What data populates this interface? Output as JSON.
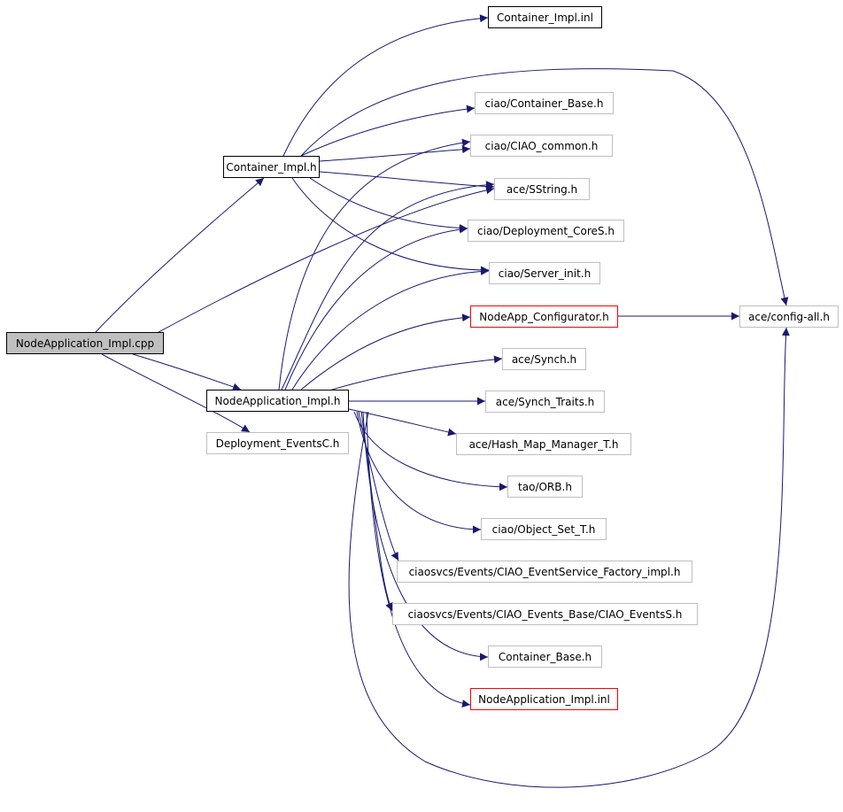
{
  "diagram": {
    "edge_color": "#191970",
    "nodes": [
      {
        "id": "root",
        "label": "NodeApplication_Impl.cpp",
        "style": "root"
      },
      {
        "id": "container_impl_h",
        "label": "Container_Impl.h",
        "style": "solid"
      },
      {
        "id": "nodeapp_impl_h",
        "label": "NodeApplication_Impl.h",
        "style": "solid"
      },
      {
        "id": "deployment_eventsc",
        "label": "Deployment_EventsC.h",
        "style": "gray"
      },
      {
        "id": "container_impl_inl",
        "label": "Container_Impl.inl",
        "style": "solid"
      },
      {
        "id": "container_base_ciao",
        "label": "ciao/Container_Base.h",
        "style": "gray"
      },
      {
        "id": "ciao_common",
        "label": "ciao/CIAO_common.h",
        "style": "gray"
      },
      {
        "id": "sstring",
        "label": "ace/SString.h",
        "style": "gray"
      },
      {
        "id": "deployment_cores",
        "label": "ciao/Deployment_CoreS.h",
        "style": "gray"
      },
      {
        "id": "server_init",
        "label": "ciao/Server_init.h",
        "style": "gray"
      },
      {
        "id": "nodeapp_configurator",
        "label": "NodeApp_Configurator.h",
        "style": "red"
      },
      {
        "id": "config_all",
        "label": "ace/config-all.h",
        "style": "gray"
      },
      {
        "id": "synch",
        "label": "ace/Synch.h",
        "style": "gray"
      },
      {
        "id": "synch_traits",
        "label": "ace/Synch_Traits.h",
        "style": "gray"
      },
      {
        "id": "hash_map",
        "label": "ace/Hash_Map_Manager_T.h",
        "style": "gray"
      },
      {
        "id": "orb",
        "label": "tao/ORB.h",
        "style": "gray"
      },
      {
        "id": "object_set",
        "label": "ciao/Object_Set_T.h",
        "style": "gray"
      },
      {
        "id": "eventservice_factory",
        "label": "ciaosvcs/Events/CIAO_EventService_Factory_impl.h",
        "style": "gray"
      },
      {
        "id": "events_base",
        "label": "ciaosvcs/Events/CIAO_Events_Base/CIAO_EventsS.h",
        "style": "gray"
      },
      {
        "id": "container_base",
        "label": "Container_Base.h",
        "style": "gray"
      },
      {
        "id": "nodeapp_impl_inl",
        "label": "NodeApplication_Impl.inl",
        "style": "red"
      }
    ],
    "edges": [
      [
        "root",
        "container_impl_h"
      ],
      [
        "root",
        "nodeapp_impl_h"
      ],
      [
        "root",
        "deployment_eventsc"
      ],
      [
        "root",
        "sstring"
      ],
      [
        "container_impl_h",
        "container_impl_inl"
      ],
      [
        "container_impl_h",
        "container_base_ciao"
      ],
      [
        "container_impl_h",
        "ciao_common"
      ],
      [
        "container_impl_h",
        "sstring"
      ],
      [
        "container_impl_h",
        "deployment_cores"
      ],
      [
        "container_impl_h",
        "server_init"
      ],
      [
        "container_impl_h",
        "config_all"
      ],
      [
        "nodeapp_impl_h",
        "ciao_common"
      ],
      [
        "nodeapp_impl_h",
        "sstring"
      ],
      [
        "nodeapp_impl_h",
        "deployment_cores"
      ],
      [
        "nodeapp_impl_h",
        "server_init"
      ],
      [
        "nodeapp_impl_h",
        "nodeapp_configurator"
      ],
      [
        "nodeapp_impl_h",
        "synch"
      ],
      [
        "nodeapp_impl_h",
        "synch_traits"
      ],
      [
        "nodeapp_impl_h",
        "hash_map"
      ],
      [
        "nodeapp_impl_h",
        "orb"
      ],
      [
        "nodeapp_impl_h",
        "object_set"
      ],
      [
        "nodeapp_impl_h",
        "eventservice_factory"
      ],
      [
        "nodeapp_impl_h",
        "events_base"
      ],
      [
        "nodeapp_impl_h",
        "container_base"
      ],
      [
        "nodeapp_impl_h",
        "nodeapp_impl_inl"
      ],
      [
        "nodeapp_impl_h",
        "config_all"
      ],
      [
        "nodeapp_configurator",
        "config_all"
      ]
    ]
  }
}
